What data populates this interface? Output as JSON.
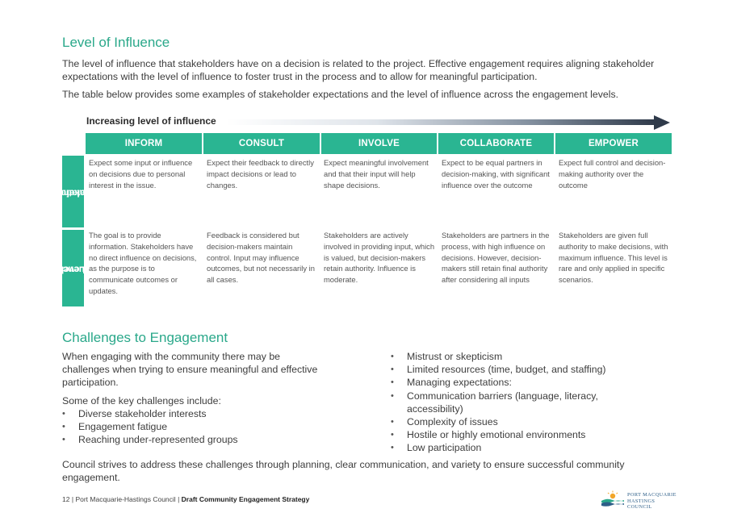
{
  "section1": {
    "title": "Level of Influence",
    "intro": "The level of influence that stakeholders have on a decision is related to the project. Effective engagement requires aligning stakeholder expectations with the level of influence to foster trust in the process and to allow for meaningful participation.",
    "table_intro": "The table below provides some examples of stakeholder expectations and the level of influence across the engagement levels."
  },
  "table": {
    "arrow_label": "Increasing level of influence",
    "columns": [
      "INFORM",
      "CONSULT",
      "INVOLVE",
      "COLLABORATE",
      "EMPOWER"
    ],
    "row_labels": [
      [
        "Stakeholder",
        "expectations"
      ],
      [
        "Level of",
        "influence"
      ]
    ],
    "expectations": [
      "Expect some input or influence on decisions due to personal interest in the issue.",
      "Expect their feedback to directly impact decisions or lead to changes.",
      "Expect meaningful involvement and that their input will help shape decisions.",
      "Expect to be equal partners in decision-making, with significant influence over the outcome",
      "Expect full control and decision-making authority over the outcome"
    ],
    "influence": [
      "The goal is to provide information. Stakeholders have no direct influence on decisions, as the purpose is to communicate outcomes or updates.",
      "Feedback is considered but decision-makers maintain control. Input may influence outcomes, but not necessarily in all cases.",
      "Stakeholders are actively involved in providing input, which is valued, but decision-makers retain authority. Influence is moderate.",
      "Stakeholders are partners in the process, with high influence on decisions. However, decision-makers still retain final authority after considering all inputs",
      "Stakeholders are given full authority to make decisions, with maximum influence. This level is rare and only applied in specific scenarios."
    ]
  },
  "section2": {
    "title": "Challenges to Engagement",
    "intro": "When engaging with the community there may be challenges when trying to ensure meaningful and effective participation.",
    "list_intro": "Some of the key challenges include:",
    "left_list": [
      "Diverse stakeholder interests",
      "Engagement fatigue",
      "Reaching under-represented groups"
    ],
    "right_list": [
      "Mistrust or skepticism",
      "Limited resources (time, budget, and staffing)",
      "Managing expectations:",
      "Communication barriers (language, literacy, accessibility)",
      "Complexity of issues",
      "Hostile or highly emotional environments",
      "Low participation"
    ],
    "closing": "Council strives to address these challenges through planning, clear communication, and variety to ensure successful community engagement."
  },
  "footer": {
    "page_number": "12",
    "org": "Port Macquarie-Hastings Council",
    "separator": "|",
    "doc_title": "Draft Community Engagement Strategy",
    "logo_line1": "PORT MACQUARIE",
    "logo_line2": "HASTINGS COUNCIL"
  }
}
